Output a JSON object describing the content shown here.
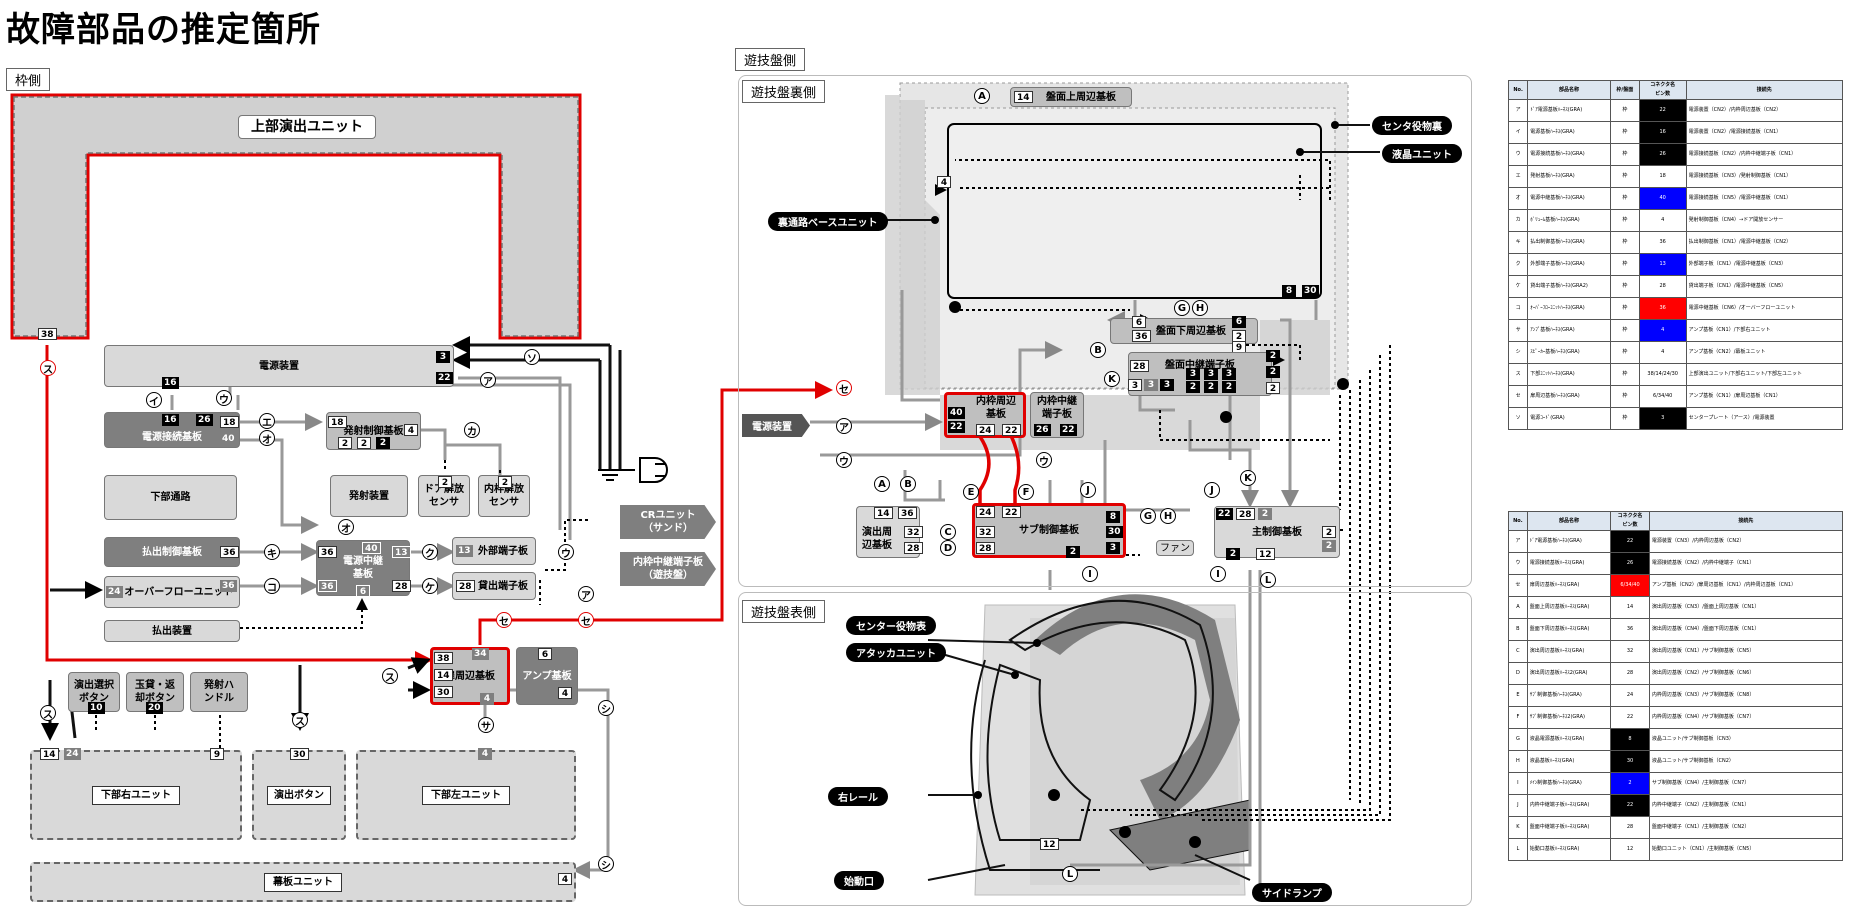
{
  "title": "故障部品の推定箇所",
  "frame_side": {
    "label": "枠側",
    "top_unit": "上部演出ユニット",
    "power": "電源装置",
    "power_conn": "電源接続基板",
    "lower_path": "下部通路",
    "launch_ctrl": "発射制御基板",
    "launch_dev": "発射装置",
    "door_sensor": "ドア解放センサ",
    "inner_sensor": "内枠解放センサ",
    "payout_ctrl": "払出制御基板",
    "power_relay": "電源中継基板",
    "ext_terminal": "外部端子板",
    "overflow": "オーバーフローユニット",
    "lend_terminal": "貸出端子板",
    "payout_dev": "払出装置",
    "cr_unit": "CRユニット（サンド）",
    "inner_relay_term": "内枠中継端子板（遊技盤）",
    "sel_button": "演出選択ボタン",
    "ball_button": "玉貸・返却ボタン",
    "launch_handle": "発射ハンドル",
    "door_periph": "扉周辺基板",
    "amp": "アンプ基板",
    "lower_right": "下部右ユニット",
    "effect_button": "演出ボタン",
    "lower_left": "下部左ユニット",
    "curtain": "幕板ユニット"
  },
  "board_side": {
    "label": "遊技盤側",
    "back_label": "遊技盤裏側",
    "front_label": "遊技盤表側",
    "top_periph": "盤面上周辺基板",
    "center_back": "センタ役物裏",
    "lcd": "液晶ユニット",
    "back_base": "裏通路ベースユニット",
    "bottom_periph": "盤面下周辺基板",
    "relay_term": "盤面中継端子板",
    "inner_periph": "内枠周辺基板",
    "inner_relay": "内枠中継端子板",
    "power_dev": "電源装置",
    "effect_periph": "演出周辺基板",
    "sub_ctrl": "サブ制御基板",
    "fan": "ファン",
    "main_ctrl": "主制御基板",
    "center_front": "センター役物表",
    "attacker": "アタッカユニット",
    "right_rail": "右レール",
    "start": "始動口",
    "side_lamp": "サイドランプ"
  },
  "numbers": {
    "n38": "38",
    "n16": "16",
    "n26": "26",
    "n18": "18",
    "n40": "40",
    "n2": "2",
    "n4": "4",
    "n36": "36",
    "n13": "13",
    "n6": "6",
    "n28": "28",
    "n24": "24",
    "n10": "10",
    "n20": "20",
    "n9": "9",
    "n30": "30",
    "n14": "14",
    "n3": "3",
    "n22": "22",
    "n32": "32",
    "n8": "8",
    "n12": "12"
  },
  "marks": {
    "a": "ア",
    "i": "イ",
    "u": "ウ",
    "e": "エ",
    "o": "オ",
    "ka": "カ",
    "ki": "キ",
    "ku": "ク",
    "ke": "ケ",
    "ko": "コ",
    "sa": "サ",
    "shi": "シ",
    "su": "ス",
    "se": "セ",
    "so": "ソ",
    "A": "A",
    "B": "B",
    "C": "C",
    "D": "D",
    "E": "E",
    "F": "F",
    "G": "G",
    "H": "H",
    "I": "I",
    "J": "J",
    "K": "K",
    "L": "L"
  },
  "table1": {
    "headers": [
      "No.",
      "部品名称",
      "枠/盤面",
      "コネクタ名",
      "ピン数",
      "接続先"
    ],
    "rows": [
      {
        "no": "ア",
        "name": "ﾄﾞｱ電源基板ﾊｰﾈｽ(GRA)",
        "side": "枠",
        "pins": "22",
        "pc": "blk",
        "dest": "電源装置（CN2）/内枠周辺基板（CN2）"
      },
      {
        "no": "イ",
        "name": "電源基板ﾊｰﾈｽ(GRA)",
        "side": "枠",
        "pins": "16",
        "pc": "blk",
        "dest": "電源装置（CN2）/電源接続基板（CN1）"
      },
      {
        "no": "ウ",
        "name": "電源接続基板ﾊｰﾈｽ(GRA)",
        "side": "枠",
        "pins": "26",
        "pc": "blk",
        "dest": "電源接続基板（CN2）/内枠中継端子板（CN1）"
      },
      {
        "no": "エ",
        "name": "発射基板ﾊｰﾈｽ(GRA)",
        "side": "枠",
        "pins": "18",
        "pc": "",
        "dest": "電源接続基板（CN3）/発射制御基板（CN1）"
      },
      {
        "no": "オ",
        "name": "電源中継基板ﾊｰﾈｽ(GRA)",
        "side": "枠",
        "pins": "40",
        "pc": "blu",
        "dest": "電源接続基板（CN5）/電源中継基板（CN1）"
      },
      {
        "no": "カ",
        "name": "ﾎﾞﾘｭｰﾑ基板ﾊｰﾈｽ(GRA)",
        "side": "枠",
        "pins": "4",
        "pc": "",
        "dest": "発射制御基板（CN4）→ドア開放センサー"
      },
      {
        "no": "キ",
        "name": "払出制御基板ﾊｰﾈｽ(GRA)",
        "side": "枠",
        "pins": "36",
        "pc": "",
        "dest": "払出制御基板（CN1）/電源中継基板（CN2）"
      },
      {
        "no": "ク",
        "name": "外部端子基板ﾊｰﾈｽ(GRA)",
        "side": "枠",
        "pins": "13",
        "pc": "blu",
        "dest": "外部端子板（CN1）/電源中継基板（CN3）"
      },
      {
        "no": "ケ",
        "name": "貸出端子基板ﾊｰﾈｽ(GRA2)",
        "side": "枠",
        "pins": "28",
        "pc": "",
        "dest": "貸出端子板（CN1）/電源中継基板（CN5）"
      },
      {
        "no": "コ",
        "name": "ｵｰﾊﾞｰﾌﾛｰﾕﾆｯﾄﾊｰﾈｽ(GRA)",
        "side": "枠",
        "pins": "36",
        "pc": "red",
        "dest": "電源中継基板（CN6）/オーバーフローユニット"
      },
      {
        "no": "サ",
        "name": "ｱﾝﾌﾟ基板ﾊｰﾈｽ(GRA)",
        "side": "枠",
        "pins": "4",
        "pc": "blu",
        "dest": "アンプ基板（CN1）/下部右ユニット"
      },
      {
        "no": "シ",
        "name": "ｽﾋﾟｰｶｰ基板ﾊｰﾈｽ(GRA)",
        "side": "枠",
        "pins": "4",
        "pc": "",
        "dest": "アンプ基板（CN2）/幕板ユニット"
      },
      {
        "no": "ス",
        "name": "下部ﾕﾆｯﾄﾊｰﾈｽ(GRA)",
        "side": "枠",
        "pins": "38/14/24/30",
        "pc": "",
        "dest": "上部演出ユニット/下部右ユニット/下部左ユニット"
      },
      {
        "no": "セ",
        "name": "扉周辺基板ﾊｰﾈｽ(GRA)",
        "side": "枠",
        "pins": "6/34/40",
        "pc": "",
        "dest": "アンプ基板（CN1）/扉周辺基板（CN1）"
      },
      {
        "no": "ソ",
        "name": "電源ｺｰﾄﾞ(GRA)",
        "side": "枠",
        "pins": "3",
        "pc": "blk",
        "dest": "センタープレート（アース）/電源装置"
      }
    ]
  },
  "table2": {
    "headers": [
      "No.",
      "部品名称",
      "コネクタ名",
      "ピン数",
      "接続先"
    ],
    "rows": [
      {
        "no": "ア",
        "name": "ﾄﾞｱ電源基板ﾊｰﾈｽ(GRA)",
        "pins": "22",
        "pc": "blk",
        "dest": "電源装置（CN3）/内枠周辺基板（CN2）"
      },
      {
        "no": "ウ",
        "name": "電源接続基板ﾊｰﾈｽ(GRA)",
        "pins": "26",
        "pc": "blk",
        "dest": "電源接続基板（CN2）/内枠中継端子（CN1）"
      },
      {
        "no": "セ",
        "name": "扉周辺基板ﾊｰﾈｽ(GRA)",
        "pins": "6/34/40",
        "pc": "red",
        "dest": "アンプ基板（CN2）/扉周辺基板（CN1）/内枠周辺基板（CN1）"
      },
      {
        "no": "A",
        "name": "盤面上周辺基板ﾊｰﾈｽ(GRA)",
        "pins": "14",
        "pc": "",
        "dest": "演出周辺基板（CN3）/盤面上周辺基板（CN1）"
      },
      {
        "no": "B",
        "name": "盤面下周辺基板ﾊｰﾈｽ(GRA)",
        "pins": "36",
        "pc": "",
        "dest": "演出周辺基板（CN4）/盤面下周辺基板（CN1）"
      },
      {
        "no": "C",
        "name": "演出周辺基板ﾊｰﾈｽ(GRA)",
        "pins": "32",
        "pc": "",
        "dest": "演出周辺基板（CN1）/サブ制御基板（CN5）"
      },
      {
        "no": "D",
        "name": "演出周辺基板ﾊｰﾈｽ2(GRA)",
        "pins": "28",
        "pc": "",
        "dest": "演出周辺基板（CN2）/サブ制御基板（CN6）"
      },
      {
        "no": "E",
        "name": "ｻﾌﾞ制御基板ﾊｰﾈｽ(GRA)",
        "pins": "24",
        "pc": "",
        "dest": "内枠周辺基板（CN3）/サブ制御基板（CN8）"
      },
      {
        "no": "F",
        "name": "ｻﾌﾞ制御基板ﾊｰﾈｽ2(GRA)",
        "pins": "22",
        "pc": "",
        "dest": "内枠周辺基板（CN4）/サブ制御基板（CN7）"
      },
      {
        "no": "G",
        "name": "液晶電源基板ﾊｰﾈｽ(GRA)",
        "pins": "8",
        "pc": "blk",
        "dest": "液晶ユニット/サブ制御基板（CN3）"
      },
      {
        "no": "H",
        "name": "液晶基板ﾊｰﾈｽ(GRA)",
        "pins": "30",
        "pc": "blk",
        "dest": "液晶ユニット/サブ制御基板（CN2）"
      },
      {
        "no": "I",
        "name": "ﾒｲﾝ制御基板ﾊｰﾈｽ(GRA)",
        "pins": "2",
        "pc": "blu",
        "dest": "サブ制御基板（CN4）/主制御基板（CN7）"
      },
      {
        "no": "J",
        "name": "内枠中継端子板ﾊｰﾈｽ(GRA)",
        "pins": "22",
        "pc": "blk",
        "dest": "内枠中継端子（CN2）/主制御基板（CN1）"
      },
      {
        "no": "K",
        "name": "盤面中継端子板ﾊｰﾈｽ(GRA)",
        "pins": "28",
        "pc": "",
        "dest": "盤面中継端子（CN1）/主制御基板（CN2）"
      },
      {
        "no": "L",
        "name": "始動口基板ﾊｰﾈｽ(GRA)",
        "pins": "12",
        "pc": "",
        "dest": "始動口ユニット（CN1）/主制御基板（CN5）"
      }
    ]
  }
}
